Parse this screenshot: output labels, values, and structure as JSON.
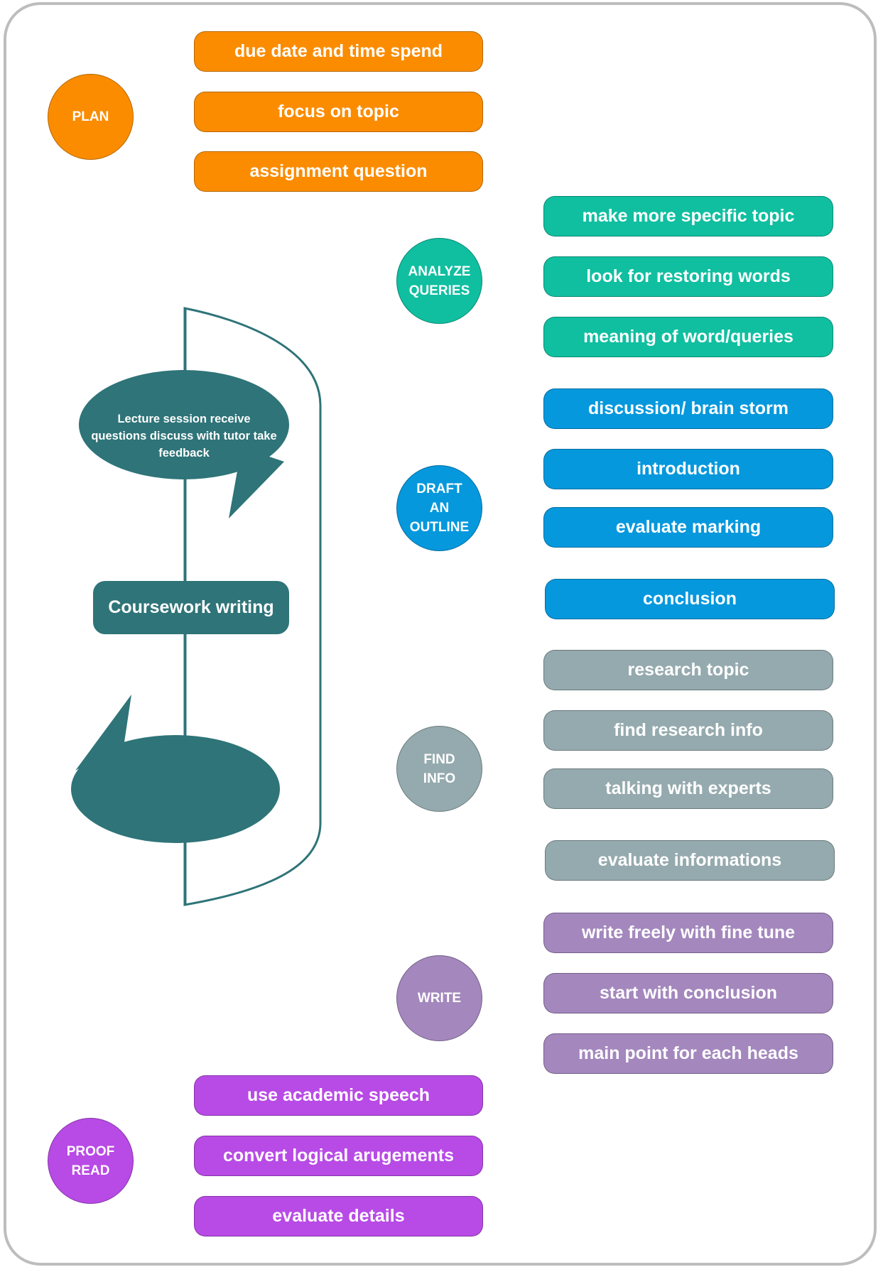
{
  "colors": {
    "plan": "#fb8c00",
    "analyze": "#0fbfa0",
    "draft": "#0598dd",
    "find": "#95aaae",
    "write": "#a387bd",
    "proof": "#b84ae6",
    "central": "#2e7478"
  },
  "central": {
    "title": "Coursework writing",
    "bubble_top": "Lecture session receive questions discuss with tutor take feedback"
  },
  "stages": {
    "plan": {
      "label": "PLAN",
      "items": [
        "due date and time spend",
        "focus on topic",
        "assignment question"
      ]
    },
    "analyze": {
      "label": "ANALYZE\nQUERIES",
      "items": [
        "make more specific topic",
        "look for restoring words",
        "meaning of word/queries"
      ]
    },
    "draft": {
      "label": "DRAFT\nAN\nOUTLINE",
      "items": [
        "discussion/ brain storm",
        "introduction",
        "evaluate marking",
        "conclusion"
      ]
    },
    "find": {
      "label": "FIND\nINFO",
      "items": [
        "research topic",
        "find research info",
        "talking with experts",
        "evaluate informations"
      ]
    },
    "write": {
      "label": "WRITE",
      "items": [
        "write freely with fine tune",
        "start with conclusion",
        "main point for each heads"
      ]
    },
    "proof": {
      "label": "PROOF\nREAD",
      "items": [
        "use academic speech",
        "convert logical arugements",
        "evaluate details"
      ]
    }
  }
}
